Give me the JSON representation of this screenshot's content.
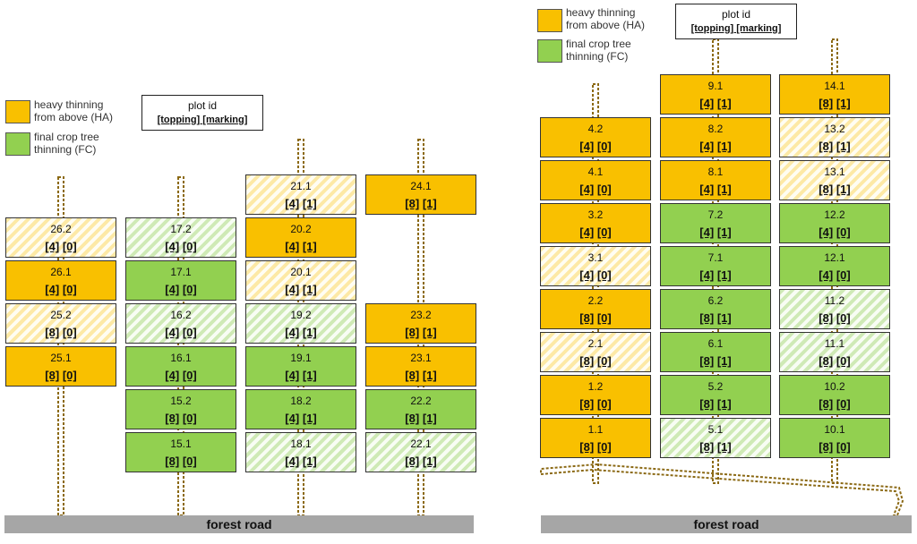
{
  "colors": {
    "ha": "#f9c000",
    "fc": "#92d050",
    "trail": "#8b6914",
    "road": "#a6a6a6"
  },
  "legend": {
    "ha_label": [
      "heavy thinning",
      "from above (HA)"
    ],
    "fc_label": [
      "final crop tree",
      "thinning (FC)"
    ],
    "key_title": "plot id",
    "key_fields": "[topping] [marking]"
  },
  "road_label": "forest road",
  "panels": [
    {
      "columns": [
        {
          "plots": [
            {
              "id": "26.2",
              "topping": "4",
              "marking": "0",
              "treatment": "HA",
              "pattern": "hatched"
            },
            {
              "id": "26.1",
              "topping": "4",
              "marking": "0",
              "treatment": "HA",
              "pattern": "solid"
            },
            {
              "id": "25.2",
              "topping": "8",
              "marking": "0",
              "treatment": "HA",
              "pattern": "hatched"
            },
            {
              "id": "25.1",
              "topping": "8",
              "marking": "0",
              "treatment": "HA",
              "pattern": "solid"
            }
          ]
        },
        {
          "plots": [
            {
              "id": "17.2",
              "topping": "4",
              "marking": "0",
              "treatment": "FC",
              "pattern": "hatched"
            },
            {
              "id": "17.1",
              "topping": "4",
              "marking": "0",
              "treatment": "FC",
              "pattern": "solid"
            },
            {
              "id": "16.2",
              "topping": "4",
              "marking": "0",
              "treatment": "FC",
              "pattern": "hatched"
            },
            {
              "id": "16.1",
              "topping": "4",
              "marking": "0",
              "treatment": "FC",
              "pattern": "solid"
            },
            {
              "id": "15.2",
              "topping": "8",
              "marking": "0",
              "treatment": "FC",
              "pattern": "solid"
            },
            {
              "id": "15.1",
              "topping": "8",
              "marking": "0",
              "treatment": "FC",
              "pattern": "solid"
            }
          ]
        },
        {
          "plots": [
            {
              "id": "21.1",
              "topping": "4",
              "marking": "1",
              "treatment": "HA",
              "pattern": "hatched"
            },
            {
              "id": "20.2",
              "topping": "4",
              "marking": "1",
              "treatment": "HA",
              "pattern": "solid"
            },
            {
              "id": "20.1",
              "topping": "4",
              "marking": "1",
              "treatment": "HA",
              "pattern": "hatched"
            },
            {
              "id": "19.2",
              "topping": "4",
              "marking": "1",
              "treatment": "FC",
              "pattern": "hatched"
            },
            {
              "id": "19.1",
              "topping": "4",
              "marking": "1",
              "treatment": "FC",
              "pattern": "solid"
            },
            {
              "id": "18.2",
              "topping": "4",
              "marking": "1",
              "treatment": "FC",
              "pattern": "solid"
            },
            {
              "id": "18.1",
              "topping": "4",
              "marking": "1",
              "treatment": "FC",
              "pattern": "hatched"
            }
          ]
        },
        {
          "plots": [
            {
              "id": "24.1",
              "topping": "8",
              "marking": "1",
              "treatment": "HA",
              "pattern": "solid"
            },
            {
              "id": "23.2",
              "topping": "8",
              "marking": "1",
              "treatment": "HA",
              "pattern": "solid"
            },
            {
              "id": "23.1",
              "topping": "8",
              "marking": "1",
              "treatment": "HA",
              "pattern": "solid"
            },
            {
              "id": "22.2",
              "topping": "8",
              "marking": "1",
              "treatment": "FC",
              "pattern": "solid"
            },
            {
              "id": "22.1",
              "topping": "8",
              "marking": "1",
              "treatment": "FC",
              "pattern": "hatched"
            }
          ]
        }
      ]
    },
    {
      "columns": [
        {
          "plots": [
            {
              "id": "4.2",
              "topping": "4",
              "marking": "0",
              "treatment": "HA",
              "pattern": "solid"
            },
            {
              "id": "4.1",
              "topping": "4",
              "marking": "0",
              "treatment": "HA",
              "pattern": "solid"
            },
            {
              "id": "3.2",
              "topping": "4",
              "marking": "0",
              "treatment": "HA",
              "pattern": "solid"
            },
            {
              "id": "3.1",
              "topping": "4",
              "marking": "0",
              "treatment": "HA",
              "pattern": "hatched"
            },
            {
              "id": "2.2",
              "topping": "8",
              "marking": "0",
              "treatment": "HA",
              "pattern": "solid"
            },
            {
              "id": "2.1",
              "topping": "8",
              "marking": "0",
              "treatment": "HA",
              "pattern": "hatched"
            },
            {
              "id": "1.2",
              "topping": "8",
              "marking": "0",
              "treatment": "HA",
              "pattern": "solid"
            },
            {
              "id": "1.1",
              "topping": "8",
              "marking": "0",
              "treatment": "HA",
              "pattern": "solid"
            }
          ]
        },
        {
          "plots": [
            {
              "id": "9.1",
              "topping": "4",
              "marking": "1",
              "treatment": "HA",
              "pattern": "solid"
            },
            {
              "id": "8.2",
              "topping": "4",
              "marking": "1",
              "treatment": "HA",
              "pattern": "solid"
            },
            {
              "id": "8.1",
              "topping": "4",
              "marking": "1",
              "treatment": "HA",
              "pattern": "solid"
            },
            {
              "id": "7.2",
              "topping": "4",
              "marking": "1",
              "treatment": "FC",
              "pattern": "solid"
            },
            {
              "id": "7.1",
              "topping": "4",
              "marking": "1",
              "treatment": "FC",
              "pattern": "solid"
            },
            {
              "id": "6.2",
              "topping": "8",
              "marking": "1",
              "treatment": "FC",
              "pattern": "solid"
            },
            {
              "id": "6.1",
              "topping": "8",
              "marking": "1",
              "treatment": "FC",
              "pattern": "solid"
            },
            {
              "id": "5.2",
              "topping": "8",
              "marking": "1",
              "treatment": "FC",
              "pattern": "solid"
            },
            {
              "id": "5.1",
              "topping": "8",
              "marking": "1",
              "treatment": "FC",
              "pattern": "hatched"
            }
          ]
        },
        {
          "plots": [
            {
              "id": "14.1",
              "topping": "8",
              "marking": "1",
              "treatment": "HA",
              "pattern": "solid"
            },
            {
              "id": "13.2",
              "topping": "8",
              "marking": "1",
              "treatment": "HA",
              "pattern": "hatched"
            },
            {
              "id": "13.1",
              "topping": "8",
              "marking": "1",
              "treatment": "HA",
              "pattern": "hatched"
            },
            {
              "id": "12.2",
              "topping": "4",
              "marking": "0",
              "treatment": "FC",
              "pattern": "solid"
            },
            {
              "id": "12.1",
              "topping": "4",
              "marking": "0",
              "treatment": "FC",
              "pattern": "solid"
            },
            {
              "id": "11.2",
              "topping": "8",
              "marking": "0",
              "treatment": "FC",
              "pattern": "hatched"
            },
            {
              "id": "11.1",
              "topping": "8",
              "marking": "0",
              "treatment": "FC",
              "pattern": "hatched"
            },
            {
              "id": "10.2",
              "topping": "8",
              "marking": "0",
              "treatment": "FC",
              "pattern": "solid"
            },
            {
              "id": "10.1",
              "topping": "8",
              "marking": "0",
              "treatment": "FC",
              "pattern": "solid"
            }
          ]
        }
      ]
    }
  ]
}
